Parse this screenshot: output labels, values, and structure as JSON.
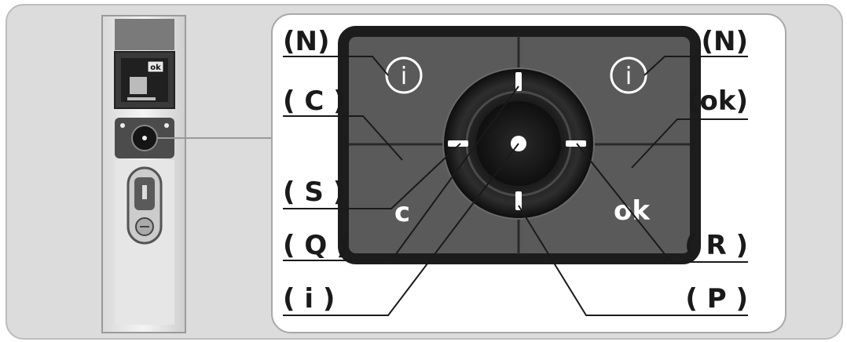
{
  "labels": {
    "top_left": "(N)",
    "top_right": "(N)",
    "c_label": "( C )",
    "ok_label": "(ok)",
    "s_label": "( S )",
    "q_label": "( Q )",
    "r_label": "( R )",
    "i_label": "( i )",
    "p_label": "( P )"
  },
  "keys": {
    "info_left": "i",
    "info_right": "i",
    "c_key": "c",
    "ok_key": "ok",
    "screen_ok": "ok"
  },
  "colors": {
    "frame_bg": "#dcdcdc",
    "panel_bg": "#ffffff",
    "keypad_bg": "#5a5a5a",
    "keypad_border": "#1c1c1c",
    "ring_dark": "#151515",
    "text": "#1a1a1a"
  }
}
